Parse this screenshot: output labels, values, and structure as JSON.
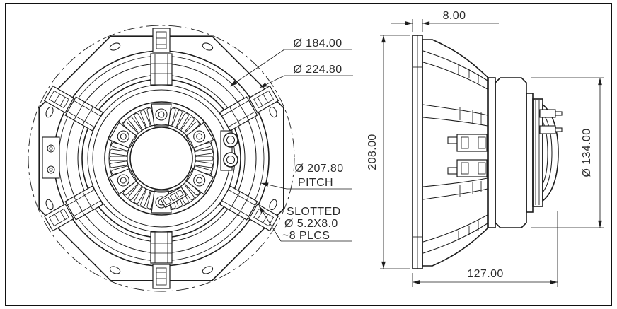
{
  "sheet": {
    "background": "#ffffff",
    "line_color": "#1d1d1d",
    "text_color": "#2b2b2b"
  },
  "front_view": {
    "callouts": {
      "dia_184": "Ø 184.00",
      "dia_224": "Ø 224.80",
      "pitch_dia": "Ø 207.80",
      "pitch_label": "PITCH",
      "slotted_1": "SLOTTED",
      "slotted_2": "Ø 5.2X8.0",
      "slotted_3": "~8 PLCS"
    }
  },
  "side_view": {
    "dimensions": {
      "flange_thickness": "8.00",
      "overall_height": "208.00",
      "magnet_diameter": "Ø 134.00",
      "depth": "127.00"
    }
  }
}
